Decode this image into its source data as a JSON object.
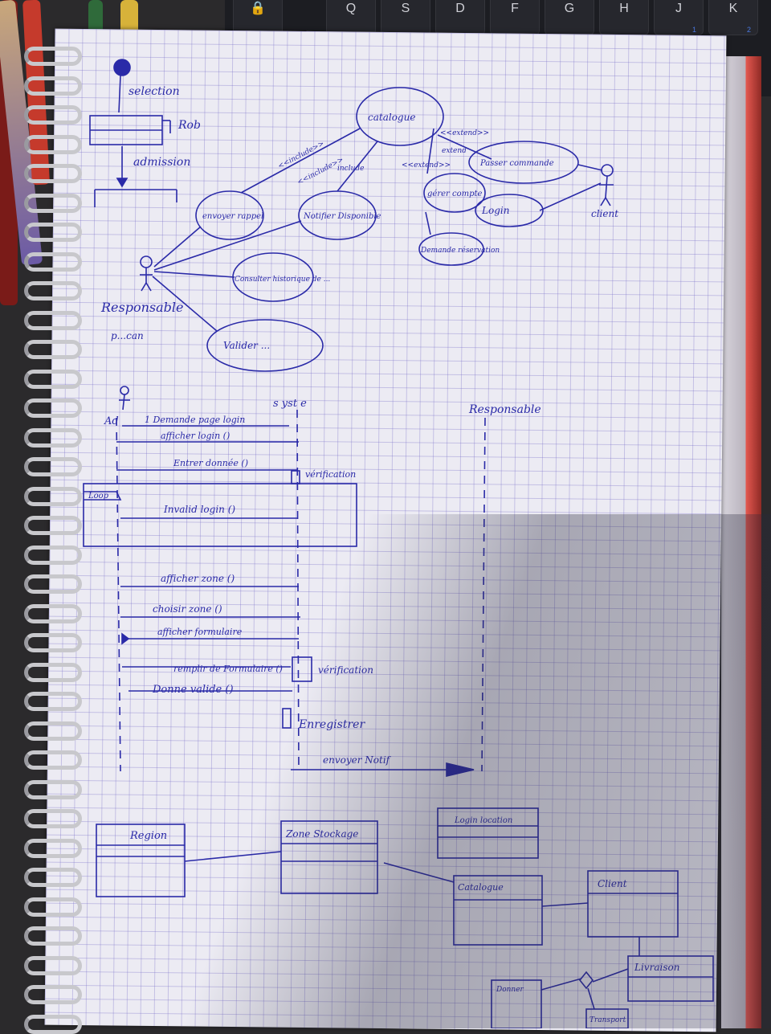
{
  "keyboard": {
    "keys": [
      "Q",
      "S",
      "D",
      "F",
      "G",
      "H",
      "J",
      "K"
    ],
    "key_subs": {
      "J": "1",
      "K": "2"
    }
  },
  "ink_color": "#2a2aa8",
  "activity_diagram": {
    "start_label": "selection",
    "decision_label": "Rob",
    "flow_label": "admission"
  },
  "use_case_diagram": {
    "actors": [
      "Responsable",
      "client"
    ],
    "actor_sub": "p...can",
    "use_cases": [
      "catalogue",
      "envoyer rappel",
      "Notifier Disponible",
      "Consulter historique de ...",
      "Valider ...",
      "gérer compte",
      "Login",
      "Passer commande",
      "Demande réservation"
    ],
    "relations": [
      "<<include>>",
      "<<include>>",
      "<<extend>>",
      "<<extend>>",
      "extend",
      "include"
    ]
  },
  "sequence_diagram": {
    "lifelines": [
      "Ad",
      "s yst e",
      "Responsable"
    ],
    "loop_label": "Loop",
    "messages": [
      "1 Demande page login",
      "afficher login ()",
      "Entrer donnée ()",
      "vérification",
      "Invalid login ()",
      "afficher zone ()",
      "choisir zone ()",
      "afficher formulaire",
      "remplir de Formulaire ()",
      "vérification",
      "Donne valide ()",
      "Enregistrer",
      "envoyer Notif"
    ]
  },
  "class_diagram": {
    "classes": [
      "Region",
      "Zone Stockage",
      "Login location",
      "Catalogue",
      "Client",
      "Livraison",
      "Donner",
      "Transport"
    ]
  }
}
